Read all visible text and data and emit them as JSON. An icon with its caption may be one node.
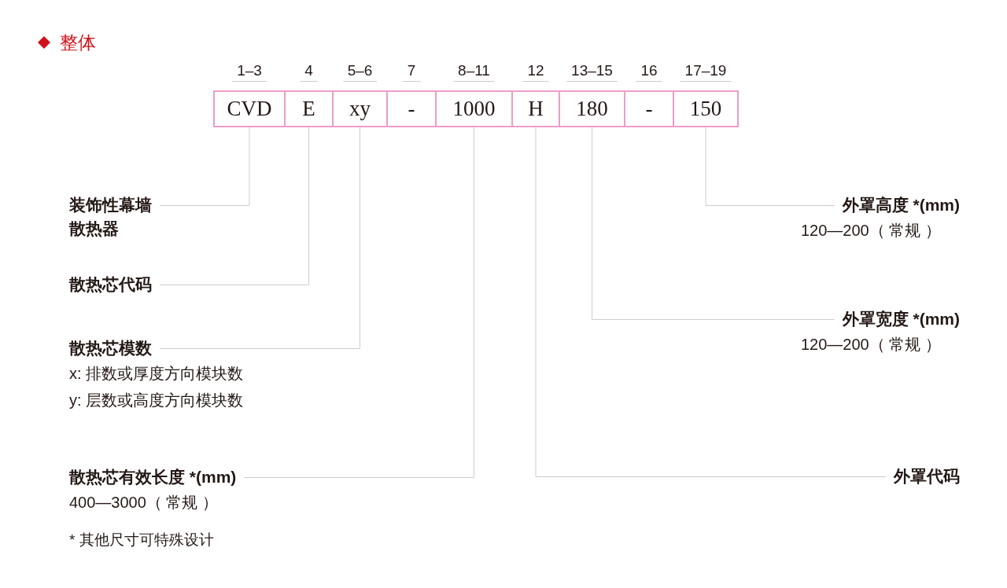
{
  "diagram": {
    "title": "整体",
    "nodes": [
      {
        "text": [
          "CVD"
        ],
        "beside": [
          "1–3"
        ]
      },
      {
        "text": [
          "E"
        ],
        "beside": [
          "4"
        ]
      },
      {
        "text": [
          "xy"
        ],
        "beside": [
          "5–6"
        ]
      },
      {
        "text": [
          "-"
        ],
        "beside": [
          "7"
        ]
      },
      {
        "text": [
          "1000"
        ],
        "beside": [
          "8–11"
        ]
      },
      {
        "text": [
          "H"
        ],
        "beside": [
          "12"
        ]
      },
      {
        "text": [
          "180"
        ],
        "beside": [
          "13–15"
        ]
      },
      {
        "text": [
          "-"
        ],
        "beside": [
          "16"
        ]
      },
      {
        "text": [
          "150"
        ],
        "beside": [
          "17–19"
        ]
      },
      {
        "text": [
          "装饰性幕墙散热器"
        ]
      },
      {
        "text": [
          "外罩高度 *(mm)",
          "120—200（ 常规 ）"
        ]
      },
      {
        "text": [
          "散热芯代码"
        ]
      },
      {
        "text": [
          "外罩宽度 *(mm)",
          "120—200（ 常规 ）"
        ]
      },
      {
        "text": [
          "散热芯模数",
          "x: 排数或厚度方向模块数",
          "y: 层数或高度方向模块数"
        ]
      },
      {
        "text": [
          "散热芯有效长度 *(mm)",
          "400—3000（ 常规 ）"
        ]
      },
      {
        "text": [
          "外罩代码"
        ]
      }
    ],
    "edges": [
      {
        "from": 0,
        "to": 9,
        "arrow": "none"
      },
      {
        "from": 8,
        "to": 10,
        "arrow": "none"
      },
      {
        "from": 1,
        "to": 11,
        "arrow": "none"
      },
      {
        "from": 6,
        "to": 12,
        "arrow": "none"
      },
      {
        "from": 2,
        "to": 13,
        "arrow": "none"
      },
      {
        "from": 4,
        "to": 14,
        "arrow": "none"
      },
      {
        "from": 5,
        "to": 15,
        "arrow": "none"
      }
    ],
    "labels": [
      "* 其他尺寸可特殊设计"
    ]
  }
}
